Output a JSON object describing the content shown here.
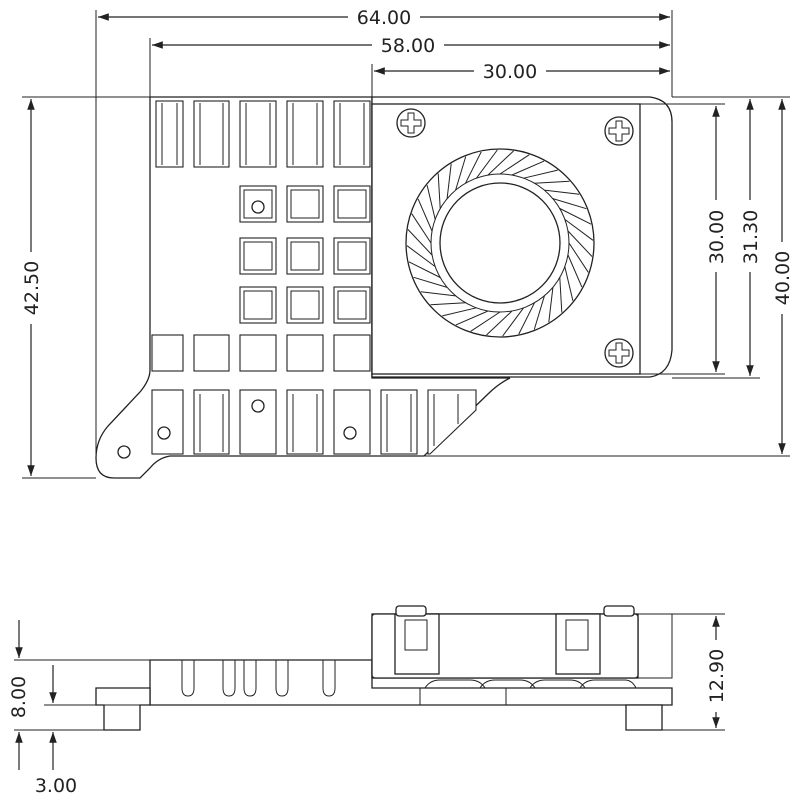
{
  "dimensions": {
    "overall_width": "64.00",
    "body_width": "58.00",
    "fan_width": "30.00",
    "overall_height": "42.50",
    "fan_height": "30.00",
    "fan_housing_height": "31.30",
    "body_height": "40.00",
    "side_height": "8.00",
    "standoff_height": "3.00",
    "total_height": "12.90"
  }
}
